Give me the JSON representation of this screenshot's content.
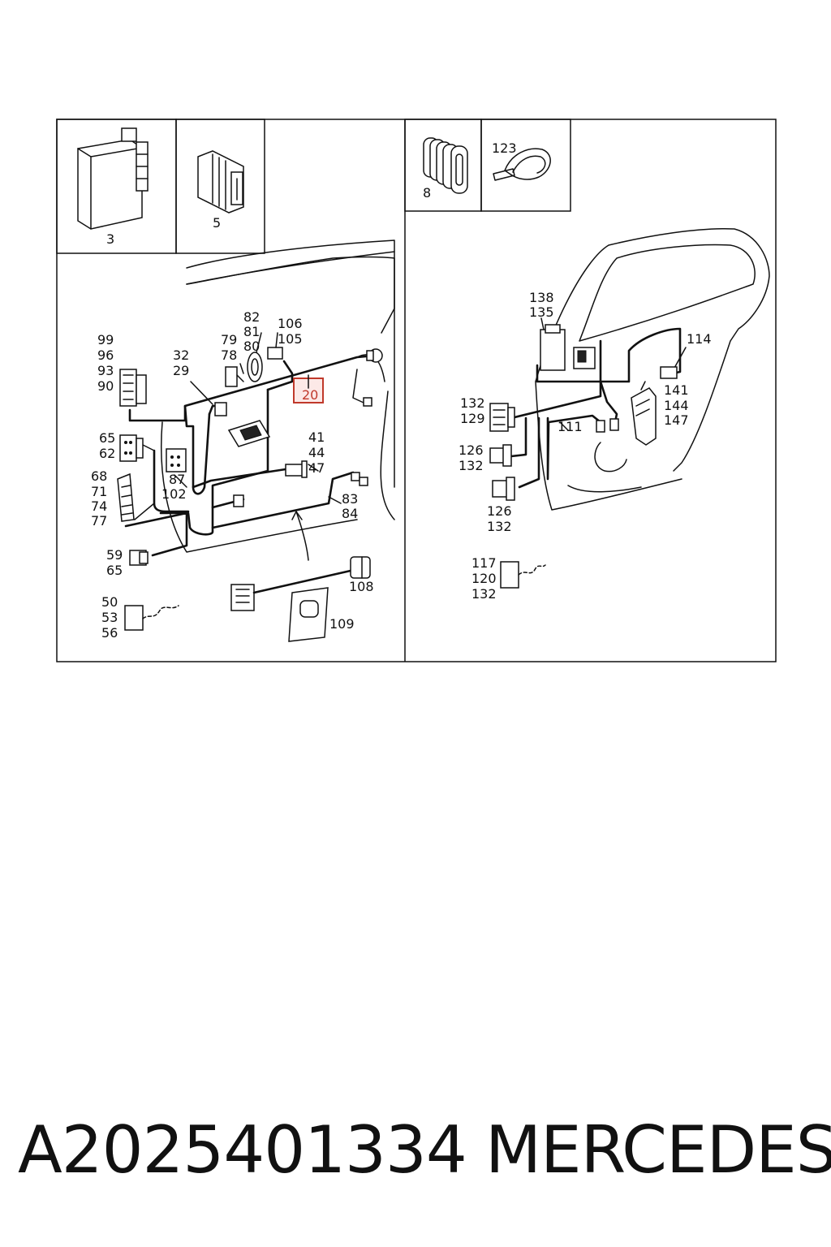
{
  "diagram": {
    "left_panel": {
      "inset_labels": [
        "3",
        "5"
      ],
      "callouts": [
        "99",
        "96",
        "93",
        "90",
        "65",
        "62",
        "68",
        "71",
        "74",
        "77",
        "59",
        "65",
        "50",
        "53",
        "56",
        "32",
        "29",
        "79",
        "78",
        "82",
        "81",
        "80",
        "106",
        "105",
        "87",
        "102",
        "41",
        "44",
        "47",
        "83",
        "84",
        "108",
        "109"
      ],
      "highlighted_callout": "20"
    },
    "right_panel": {
      "inset_labels": [
        "8",
        "123"
      ],
      "callouts": [
        "138",
        "135",
        "114",
        "132",
        "129",
        "111",
        "126",
        "132",
        "141",
        "144",
        "147",
        "126",
        "132",
        "117",
        "120",
        "132"
      ]
    }
  },
  "footer": {
    "part_number": "A2025401334",
    "brand": "MERCEDES"
  },
  "colors": {
    "highlight": "#c0392b",
    "line": "#111111",
    "background": "#ffffff"
  }
}
